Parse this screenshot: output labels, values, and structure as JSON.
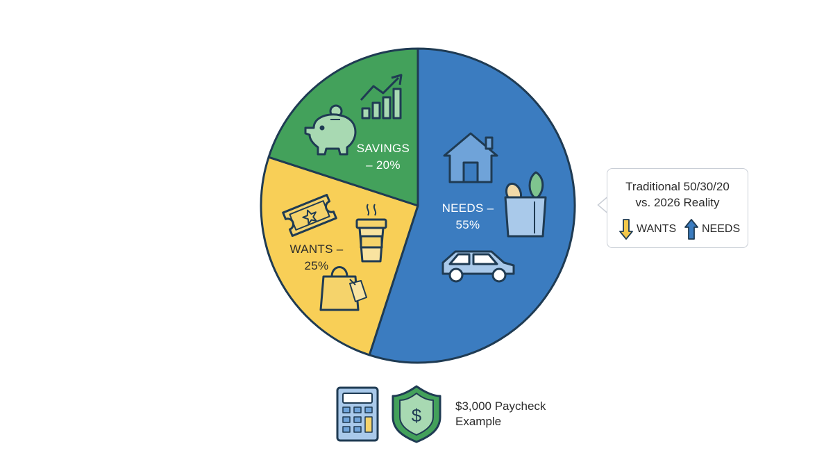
{
  "chart_data": {
    "type": "pie",
    "slices": [
      {
        "name": "NEEDS",
        "label_line1": "NEEDS –",
        "label_line2": "55%",
        "value": 55,
        "color": "#3b7cc0"
      },
      {
        "name": "WANTS",
        "label_line1": "WANTS –",
        "label_line2": "25%",
        "value": 25,
        "color": "#f8cf57"
      },
      {
        "name": "SAVINGS",
        "label_line1": "SAVINGS",
        "label_line2": "– 20%",
        "value": 20,
        "color": "#43a15b"
      }
    ]
  },
  "callout": {
    "title_line1": "Traditional 50/30/20",
    "title_line2": "vs. 2026 Reality",
    "wants_label": "WANTS",
    "needs_label": "NEEDS",
    "wants_icon": "arrow-down-icon",
    "needs_icon": "arrow-up-icon"
  },
  "footer": {
    "line1": "$3,000 Paycheck",
    "line2": "Example",
    "icons": [
      "calculator-icon",
      "dollar-shield-icon"
    ]
  },
  "icons": {
    "needs": [
      "house-icon",
      "grocery-bag-icon",
      "car-icon"
    ],
    "wants": [
      "ticket-icon",
      "coffee-cup-icon",
      "shopping-bag-icon"
    ],
    "savings": [
      "piggy-bank-icon",
      "growth-chart-icon"
    ]
  },
  "colors": {
    "outline": "#1f3b53",
    "needs": "#3b7cc0",
    "wants": "#f8cf57",
    "savings": "#43a15b",
    "arrow_down": "#f2c84b",
    "arrow_up": "#3b7cc0"
  }
}
